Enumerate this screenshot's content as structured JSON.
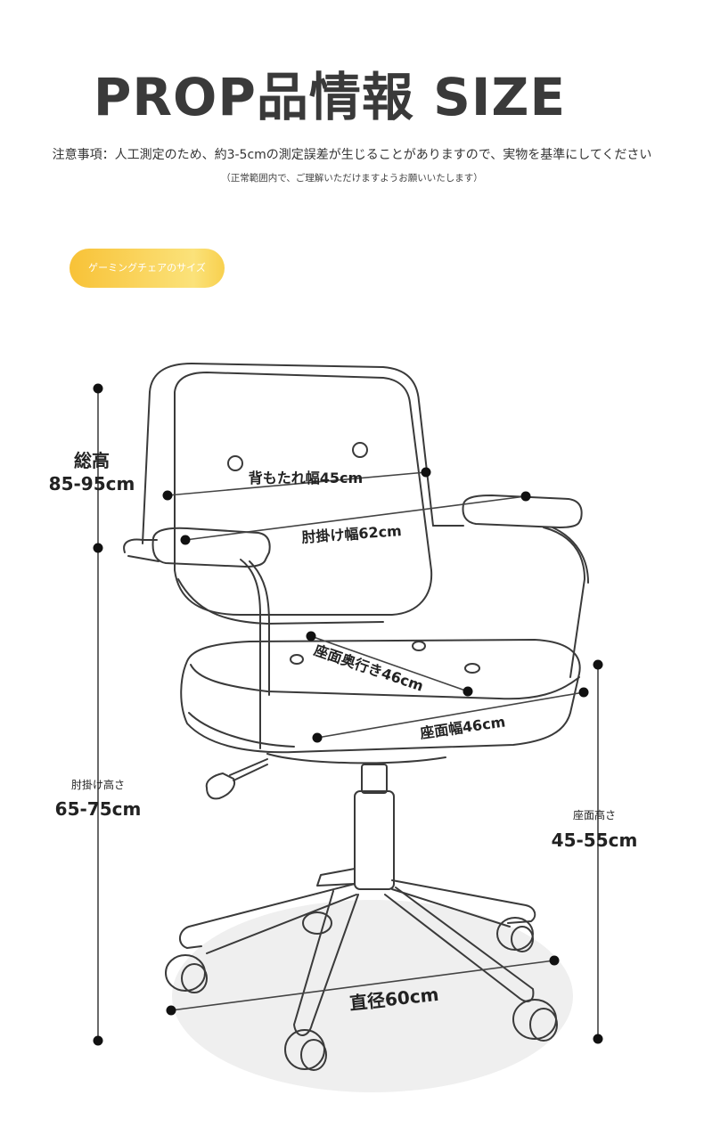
{
  "header": {
    "title": "PROP品情報 SIZE",
    "note": "注意事項：人工測定のため、約3-5cmの測定誤差が生じることがありますので、実物を基準にしてください",
    "subnote": "（正常範囲内で、ご理解いただけますようお願いいたします）"
  },
  "badge": {
    "label": "ゲーミングチェアのサイズ"
  },
  "dimensions": {
    "total_height": {
      "label": "総高",
      "value": "85-95cm"
    },
    "backrest_width": {
      "label": "背もたれ幅45cm"
    },
    "armrest_width": {
      "label": "肘掛け幅62cm"
    },
    "seat_depth": {
      "label": "座面奥行き46cm"
    },
    "seat_width": {
      "label": "座面幅46cm"
    },
    "armrest_height": {
      "label": "肘掛け高さ",
      "value": "65-75cm"
    },
    "seat_height": {
      "label": "座面高さ",
      "value": "45-55cm"
    },
    "diameter": {
      "label": "直径60cm"
    }
  },
  "colors": {
    "badge": "#f8c237",
    "line": "#3a3a3a",
    "dot": "#111111",
    "shadow": "#efefef"
  }
}
